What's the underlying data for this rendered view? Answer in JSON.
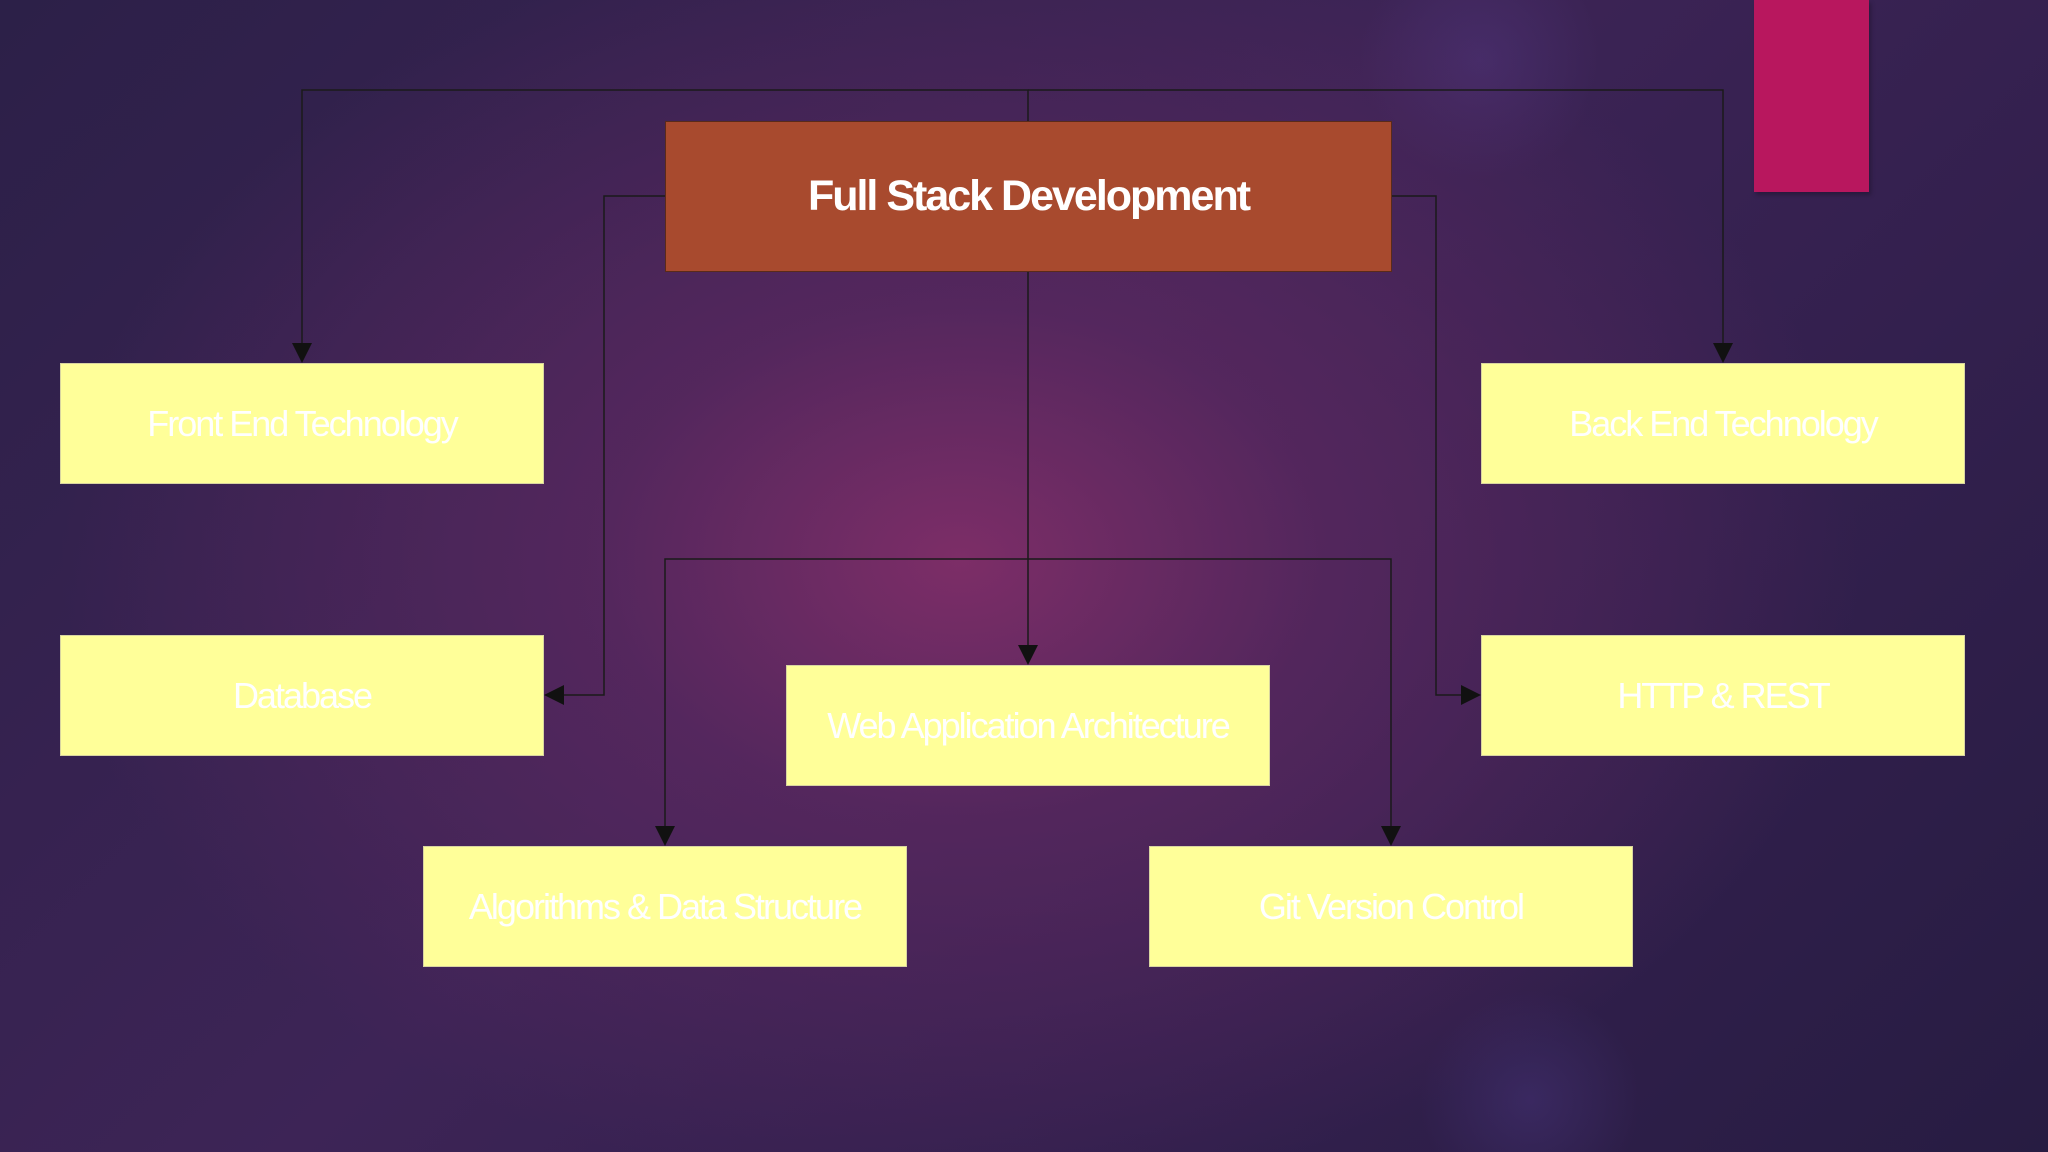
{
  "diagram": {
    "root": {
      "label": "Full Stack Development"
    },
    "nodes": {
      "front_end": "Front End Technology",
      "back_end": "Back End Technology",
      "database": "Database",
      "http_rest": "HTTP & REST",
      "web_architecture": "Web Application Architecture",
      "algorithms": "Algorithms & Data Structure",
      "git": "Git Version Control"
    },
    "edges": [
      [
        "root",
        "front_end"
      ],
      [
        "root",
        "back_end"
      ],
      [
        "root",
        "database"
      ],
      [
        "root",
        "http_rest"
      ],
      [
        "root",
        "web_architecture"
      ],
      [
        "root",
        "algorithms"
      ],
      [
        "root",
        "git"
      ]
    ]
  },
  "colors": {
    "root_fill": "#a84a2e",
    "node_fill": "#ffff99",
    "accent_bar": "#b8175e",
    "connector": "#1a1a1a",
    "text": "#ffffff"
  }
}
